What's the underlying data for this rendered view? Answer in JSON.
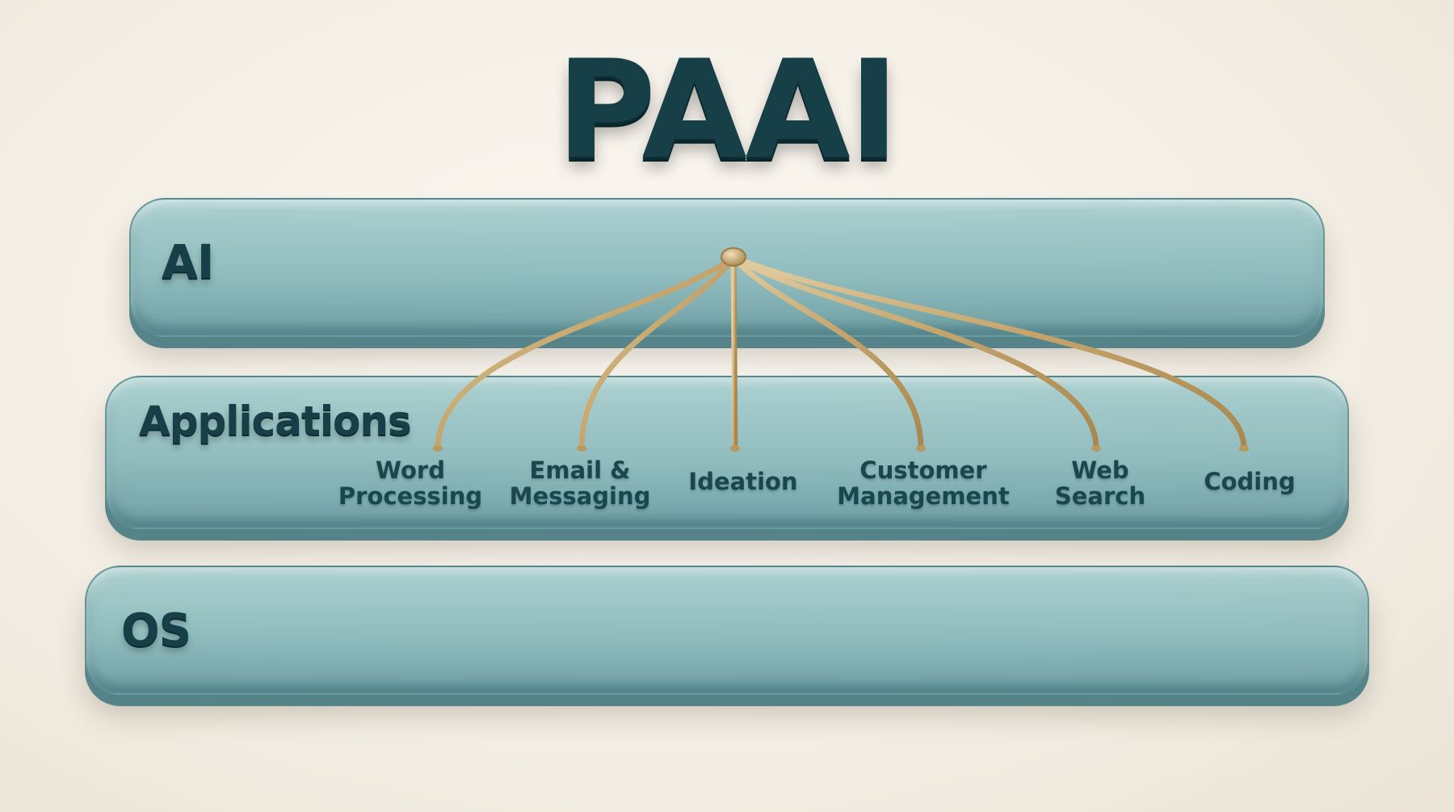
{
  "title": "PAAI",
  "layers": {
    "ai": "AI",
    "applications": "Applications",
    "os": "OS"
  },
  "applications": [
    "Word\nProcessing",
    "Email &\nMessaging",
    "Ideation",
    "Customer\nManagement",
    "Web\nSearch",
    "Coding"
  ],
  "colors": {
    "title": "#163f47",
    "glass": "#7ab0b4",
    "connector": "#c8ad78",
    "background": "#f5f0e7"
  }
}
